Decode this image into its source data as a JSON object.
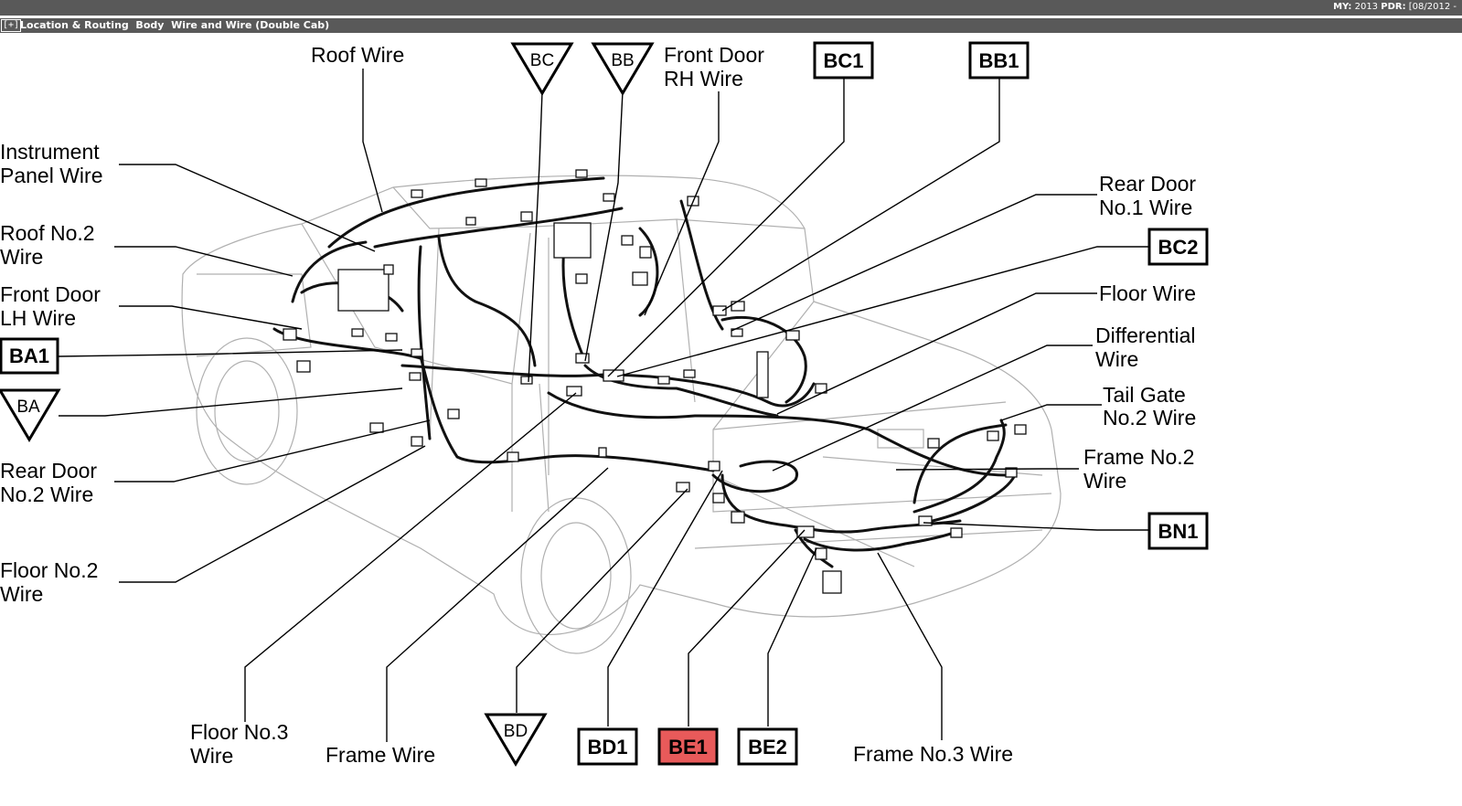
{
  "header": {
    "my_label": "MY:",
    "my_value": "2013",
    "pdr_label": "PDR:",
    "pdr_value": "[08/2012 -",
    "expand_label": "[+]",
    "title": "Location & Routing  Body  Wire and Wire (Double Cab)"
  },
  "labels": {
    "roof_wire": "Roof Wire",
    "front_door_rh_1": "Front Door",
    "front_door_rh_2": "RH Wire",
    "instrument_panel_1": "Instrument",
    "instrument_panel_2": "Panel Wire",
    "roof_no2_1": "Roof No.2",
    "roof_no2_2": "Wire",
    "front_door_lh_1": "Front Door",
    "front_door_lh_2": "LH Wire",
    "rear_door_no2_1": "Rear Door",
    "rear_door_no2_2": "No.2 Wire",
    "floor_no2_1": "Floor No.2",
    "floor_no2_2": "Wire",
    "floor_no3_1": "Floor No.3",
    "floor_no3_2": "Wire",
    "frame_wire": "Frame Wire",
    "frame_no3_wire": "Frame No.3 Wire",
    "rear_door_no1_1": "Rear Door",
    "rear_door_no1_2": "No.1 Wire",
    "floor_wire": "Floor Wire",
    "differential_1": "Differential",
    "differential_2": "Wire",
    "tail_gate_1": "Tail Gate",
    "tail_gate_2": "No.2 Wire",
    "frame_no2_1": "Frame No.2",
    "frame_no2_2": "Wire"
  },
  "boxes": {
    "bc1": "BC1",
    "bb1": "BB1",
    "bc2": "BC2",
    "ba1": "BA1",
    "bn1": "BN1",
    "bd1": "BD1",
    "be1": "BE1",
    "be2": "BE2"
  },
  "triangles": {
    "bc": "BC",
    "bb": "BB",
    "ba": "BA",
    "bd": "BD"
  },
  "colors": {
    "header_bg": "#595959",
    "highlight": "#e85a5a"
  }
}
